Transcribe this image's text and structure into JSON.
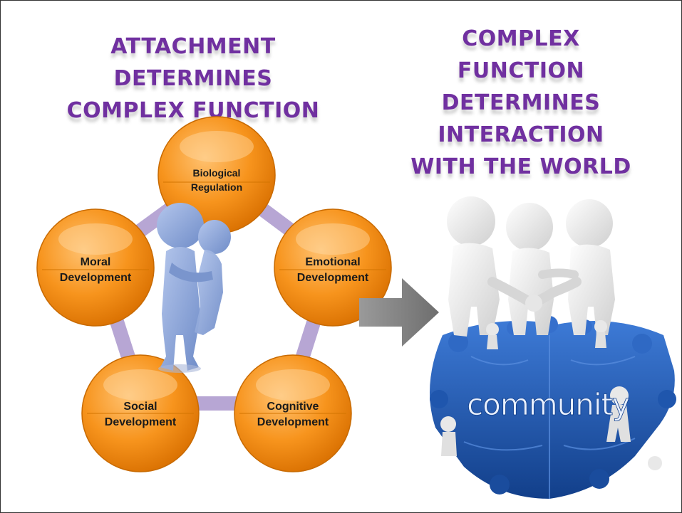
{
  "title_left": {
    "lines": [
      "ATTACHMENT",
      "DETERMINES",
      "COMPLEX FUNCTION"
    ]
  },
  "title_right": {
    "lines": [
      "COMPLEX",
      "FUNCTION",
      "DETERMINES",
      "INTERACTION",
      "WITH THE WORLD"
    ]
  },
  "cycle_nodes": [
    {
      "line1": "Biological",
      "line2": "Regulation"
    },
    {
      "line1": "Emotional",
      "line2": "Development"
    },
    {
      "line1": "Cognitive",
      "line2": "Development"
    },
    {
      "line1": "Social",
      "line2": "Development"
    },
    {
      "line1": "Moral",
      "line2": "Development"
    }
  ],
  "community_text": "community",
  "colors": {
    "title": "#7030a0",
    "node_orange": "#f7941d",
    "connector": "#b7a6d4",
    "figure_blue": "#8fa7d8",
    "puzzle_blue": "#1e5bb8",
    "arrow_gray": "#7f7f7f"
  }
}
